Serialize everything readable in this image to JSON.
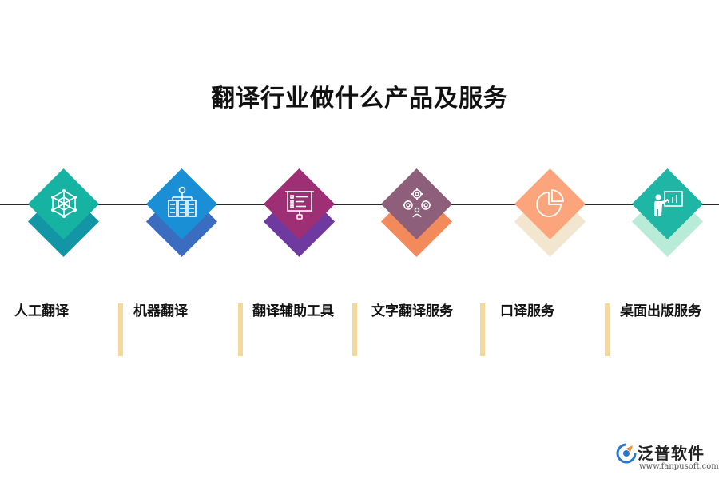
{
  "title": "翻译行业做什么产品及服务",
  "items": [
    {
      "label": "人工翻译",
      "icon": "cube-network-icon",
      "front": "#16b3a3",
      "back": "#1296a6"
    },
    {
      "label": "机器翻译",
      "icon": "server-network-icon",
      "front": "#1b8fd6",
      "back": "#3a6cc0"
    },
    {
      "label": "翻译辅助工具",
      "icon": "presentation-board-icon",
      "front": "#9e2f74",
      "back": "#6f3aa0"
    },
    {
      "label": "文字翻译服务",
      "icon": "gears-people-icon",
      "front": "#8d5f7a",
      "back": "#f28a5c"
    },
    {
      "label": "口译服务",
      "icon": "pie-chart-icon",
      "front": "#fca57c",
      "back": "#f3e6cf"
    },
    {
      "label": "桌面出版服务",
      "icon": "presenter-chart-icon",
      "front": "#1fb6a5",
      "back": "#b9ebd9"
    }
  ],
  "logo": {
    "name": "泛普软件",
    "url": "www.fanpusoft.com"
  }
}
